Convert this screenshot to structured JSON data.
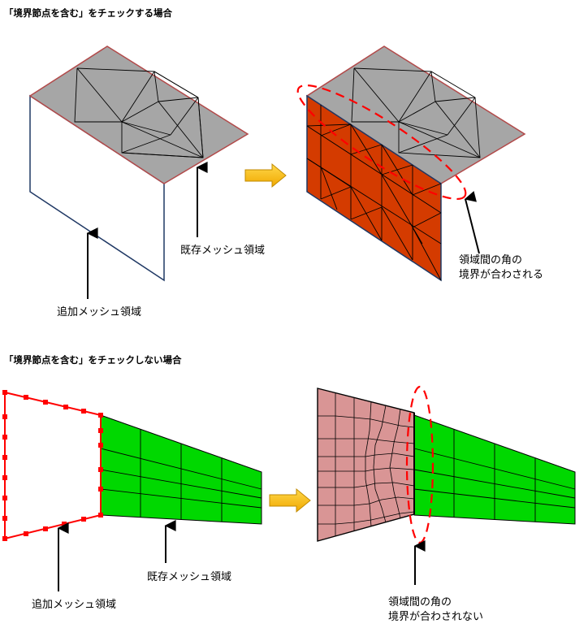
{
  "top": {
    "heading": "「境界節点を含む」をチェックする場合",
    "label_added": "追加メッシュ領域",
    "label_existing": "既存メッシュ領域",
    "label_corner_line1": "領域間の角の",
    "label_corner_line2": "境界が合わされる"
  },
  "bottom": {
    "heading": "「境界節点を含む」をチェックしない場合",
    "label_added": "追加メッシュ領域",
    "label_existing": "既存メッシュ領域",
    "label_corner_line1": "領域間の角の",
    "label_corner_line2": "境界が合わされない"
  },
  "colors": {
    "gray_face": "#a6a6a6",
    "gray_edge": "#b24a4a",
    "orange_face": "#d43b00",
    "green_face": "#00d800",
    "pink_face": "#d99595",
    "red_outline": "#ff0000",
    "arrow_fill": "#ffc000"
  }
}
